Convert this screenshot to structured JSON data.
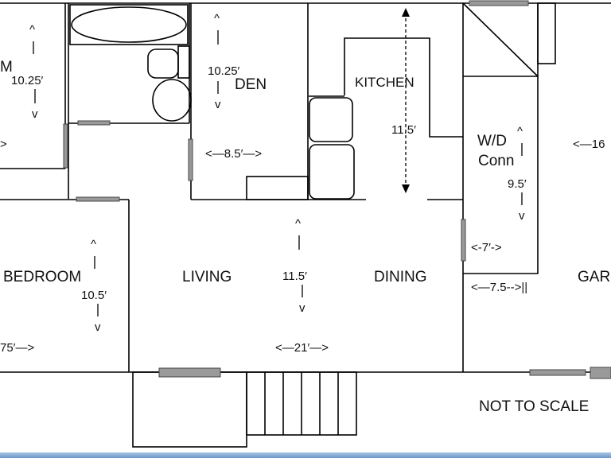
{
  "rooms": {
    "den": "DEN",
    "kitchen": "KITCHEN",
    "bedroom": "BEDROOM",
    "living": "LIVING",
    "dining": "DINING",
    "garage": "GAR",
    "room_left": "M",
    "wd1": "W/D",
    "wd2": "Conn"
  },
  "dimensions": {
    "room_left_h": "10.25′",
    "den_h": "10.25′",
    "den_w": "<—8.5′—>",
    "kitchen_h": "11.5′",
    "wd_h": "9.5′",
    "wd_w": "<-7′->",
    "wd_w2": "<—7.5-->||",
    "garage_w": "<—16",
    "bedroom_h": "10.5′",
    "bedroom_w": "75′—>",
    "living_h": "11.5′",
    "living_w": "<—21′—>",
    "room_left_arrow": ">"
  },
  "notes": {
    "scale": "NOT TO SCALE"
  },
  "glyphs": {
    "caret": "^",
    "bar": "|",
    "v": "v"
  }
}
